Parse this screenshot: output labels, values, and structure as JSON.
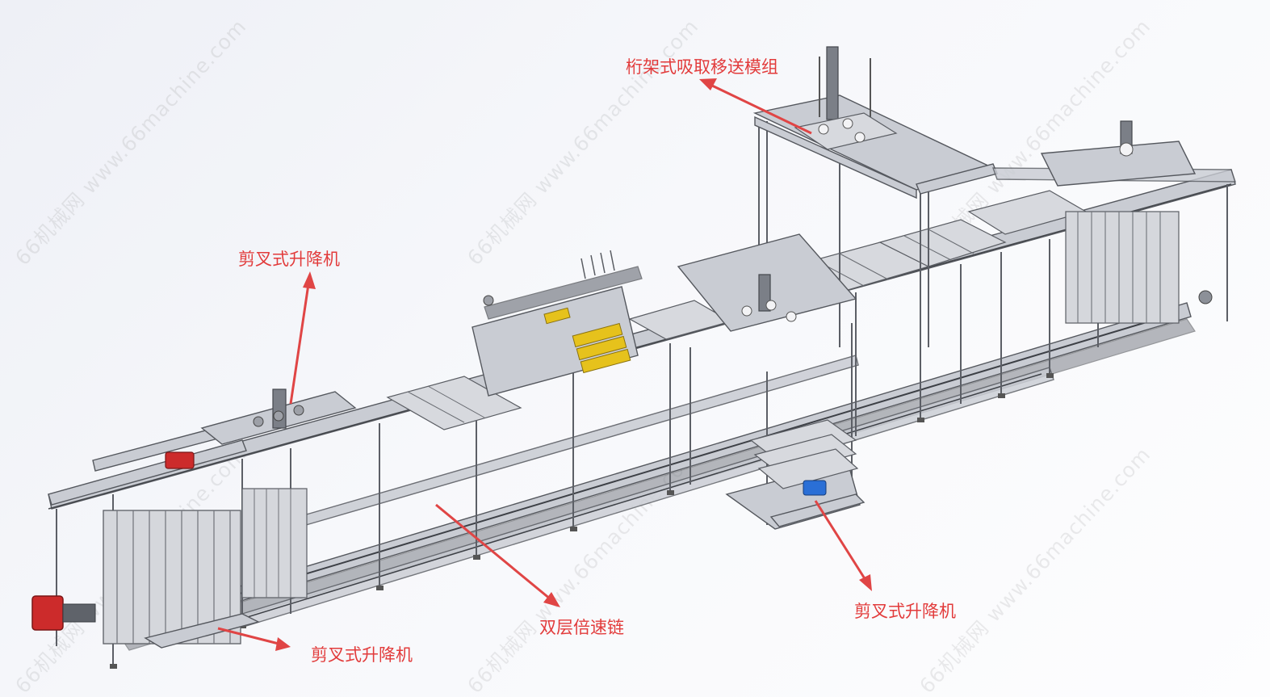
{
  "watermark_text": "66机械网 www.66machine.com",
  "annotations": [
    {
      "id": "gantry",
      "text": "桁架式吸取移送模组"
    },
    {
      "id": "scissor-lift-top-left",
      "text": "剪叉式升降机"
    },
    {
      "id": "double-speed-chain",
      "text": "双层倍速链"
    },
    {
      "id": "scissor-lift-right",
      "text": "剪叉式升降机"
    },
    {
      "id": "scissor-lift-bottom-left",
      "text": "剪叉式升降机"
    }
  ],
  "colors": {
    "annotation": "#e23b3b",
    "frame": "#5c5f66",
    "accent_yellow": "#e6c21c",
    "motor_red": "#cc2b2b",
    "motor_blue": "#2a6fd6"
  }
}
